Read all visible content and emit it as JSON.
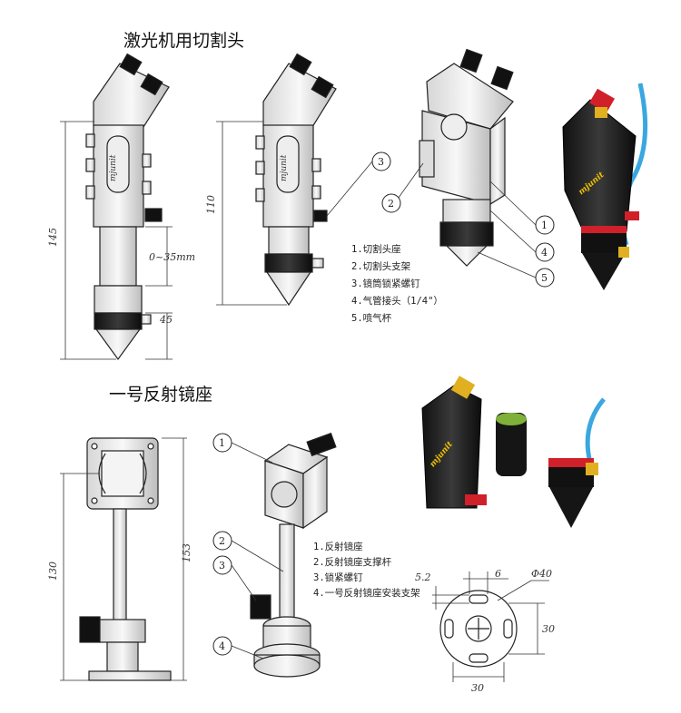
{
  "titles": {
    "cutting_head": "激光机用切割头",
    "reflector_mount": "一号反射镜座"
  },
  "cutting_head": {
    "dimensions": {
      "total_height": "145",
      "adjust_range": "0~35mm",
      "nozzle_height": "45",
      "side_height": "110"
    },
    "callouts": [
      "1",
      "2",
      "3",
      "4",
      "5"
    ],
    "legend": [
      "1.切割头座",
      "2.切割头支架",
      "3.镜筒锁紧螺钉",
      "4.气管接头（1/4\"）",
      "5.喷气杯"
    ],
    "brand_mark": "mjunit"
  },
  "reflector_mount": {
    "dimensions": {
      "rod_height": "130",
      "total_height": "153",
      "offset": "5.2",
      "slot": "6",
      "diameter": "Φ40",
      "base_width": "30",
      "base_height": "30"
    },
    "callouts": [
      "1",
      "2",
      "3",
      "4"
    ],
    "legend": [
      "1.反射镜座",
      "2.反射镜座支撑杆",
      "3.锁紧螺钉",
      "4.一号反射镜座安装支架"
    ]
  },
  "colors": {
    "line": "#222222",
    "black_ring": "#111111",
    "red": "#d0202a",
    "gold": "#e0b020",
    "blue_hose": "#3aa7e0"
  }
}
